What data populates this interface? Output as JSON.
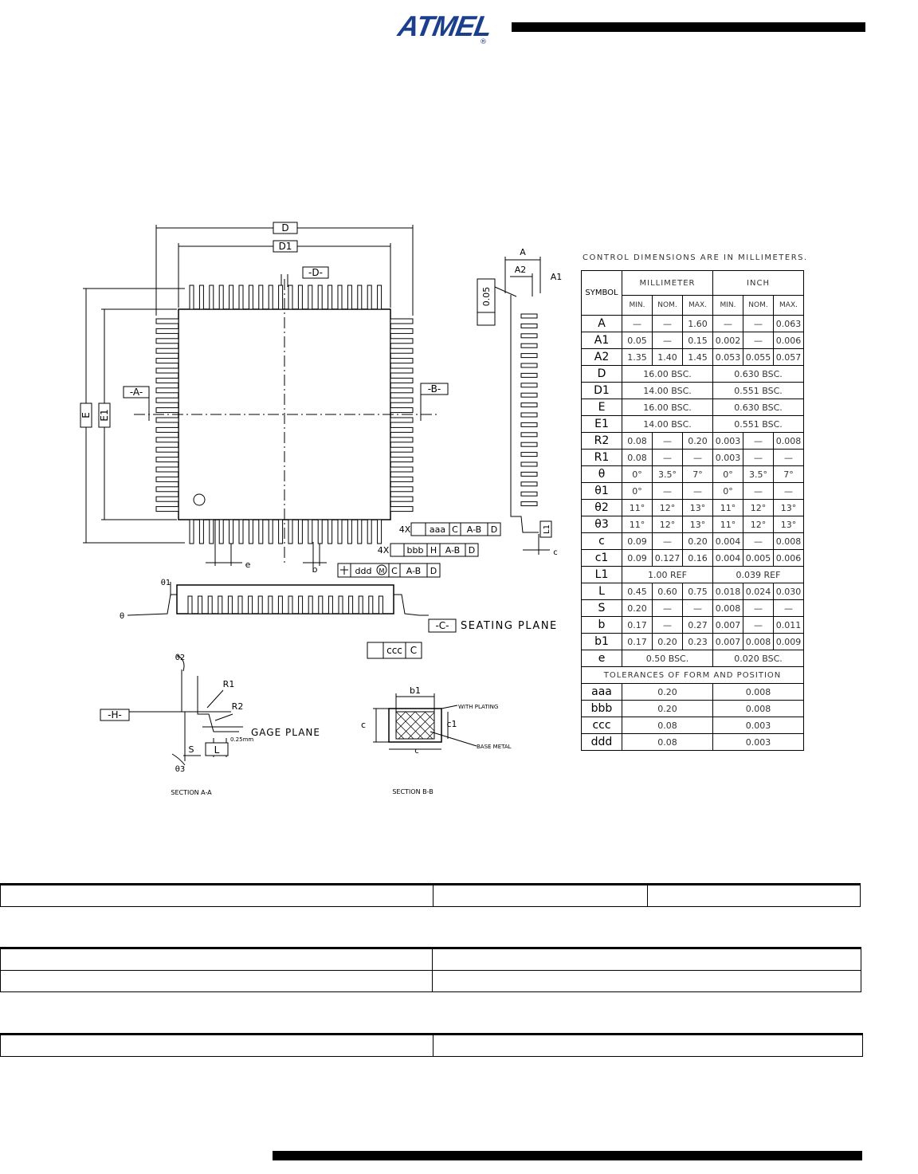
{
  "header": {
    "logo_text": "ATMEL",
    "logo_reg": "®"
  },
  "drawing": {
    "labels": {
      "D": "D",
      "D1": "D1",
      "datum_D": "-D-",
      "datum_A": "-A-",
      "datum_B": "-B-",
      "datum_C": "-C-",
      "datum_H": "-H-",
      "E": "E",
      "E1": "E1",
      "A": "A",
      "A2": "A2",
      "A1": "A1",
      "dim_005": "0.05",
      "L1": "L1",
      "c": "c",
      "e": "e",
      "b": "b",
      "theta1": "θ1",
      "theta2": "θ2",
      "theta3": "θ3",
      "theta": "θ",
      "fcf1_count": "4X",
      "fcf1_tol": "aaa",
      "fcf1_d1": "C",
      "fcf1_d2": "A-B",
      "fcf1_d3": "D",
      "fcf2_count": "4X",
      "fcf2_tol": "bbb",
      "fcf2_d1": "H",
      "fcf2_d2": "A-B",
      "fcf2_d3": "D",
      "fcf3_tol": "ddd",
      "fcf3_mod": "M",
      "fcf3_d1": "C",
      "fcf3_d2": "A-B",
      "fcf3_d3": "D",
      "fcf4_tol": "ccc",
      "fcf4_d1": "C",
      "seating_plane": "SEATING PLANE",
      "gage_plane": "GAGE PLANE",
      "gage_dim": "0.25mm",
      "R1": "R1",
      "R2": "R2",
      "S": "S",
      "L": "L",
      "b1": "b1",
      "c1": "c1",
      "with_plating": "WITH PLATING",
      "base_metal": "BASE METAL",
      "section_aa": "SECTION A-A",
      "section_bb": "SECTION B-B"
    }
  },
  "dimension_table": {
    "title": "CONTROL DIMENSIONS ARE IN MILLIMETERS.",
    "symbol_header": "SYMBOL",
    "group_mm": "MILLIMETER",
    "group_inch": "INCH",
    "sub_headers": [
      "MIN.",
      "NOM.",
      "MAX.",
      "MIN.",
      "NOM.",
      "MAX."
    ],
    "rows": [
      {
        "symbol": "A",
        "cells": [
          "—",
          "—",
          "1.60",
          "—",
          "—",
          "0.063"
        ]
      },
      {
        "symbol": "A1",
        "cells": [
          "0.05",
          "—",
          "0.15",
          "0.002",
          "—",
          "0.006"
        ]
      },
      {
        "symbol": "A2",
        "cells": [
          "1.35",
          "1.40",
          "1.45",
          "0.053",
          "0.055",
          "0.057"
        ]
      },
      {
        "symbol": "D",
        "mm": "16.00 BSC.",
        "inch": "0.630 BSC."
      },
      {
        "symbol": "D1",
        "mm": "14.00 BSC.",
        "inch": "0.551 BSC."
      },
      {
        "symbol": "E",
        "mm": "16.00 BSC.",
        "inch": "0.630 BSC."
      },
      {
        "symbol": "E1",
        "mm": "14.00 BSC.",
        "inch": "0.551 BSC."
      },
      {
        "symbol": "R2",
        "cells": [
          "0.08",
          "—",
          "0.20",
          "0.003",
          "—",
          "0.008"
        ]
      },
      {
        "symbol": "R1",
        "cells": [
          "0.08",
          "—",
          "—",
          "0.003",
          "—",
          "—"
        ]
      },
      {
        "symbol": "θ",
        "cells": [
          "0°",
          "3.5°",
          "7°",
          "0°",
          "3.5°",
          "7°"
        ]
      },
      {
        "symbol": "θ1",
        "cells": [
          "0°",
          "—",
          "—",
          "0°",
          "—",
          "—"
        ]
      },
      {
        "symbol": "θ2",
        "cells": [
          "11°",
          "12°",
          "13°",
          "11°",
          "12°",
          "13°"
        ]
      },
      {
        "symbol": "θ3",
        "cells": [
          "11°",
          "12°",
          "13°",
          "11°",
          "12°",
          "13°"
        ]
      },
      {
        "symbol": "c",
        "cells": [
          "0.09",
          "—",
          "0.20",
          "0.004",
          "—",
          "0.008"
        ]
      },
      {
        "symbol": "c1",
        "cells": [
          "0.09",
          "0.127",
          "0.16",
          "0.004",
          "0.005",
          "0.006"
        ]
      },
      {
        "symbol": "L1",
        "mm": "1.00 REF",
        "inch": "0.039 REF"
      },
      {
        "symbol": "L",
        "cells": [
          "0.45",
          "0.60",
          "0.75",
          "0.018",
          "0.024",
          "0.030"
        ]
      },
      {
        "symbol": "S",
        "cells": [
          "0.20",
          "—",
          "—",
          "0.008",
          "—",
          "—"
        ]
      },
      {
        "symbol": "b",
        "cells": [
          "0.17",
          "—",
          "0.27",
          "0.007",
          "—",
          "0.011"
        ]
      },
      {
        "symbol": "b1",
        "cells": [
          "0.17",
          "0.20",
          "0.23",
          "0.007",
          "0.008",
          "0.009"
        ]
      },
      {
        "symbol": "e",
        "mm": "0.50 BSC.",
        "inch": "0.020 BSC."
      }
    ],
    "tolerance_header": "TOLERANCES OF FORM AND POSITION",
    "tolerances": [
      {
        "symbol": "aaa",
        "mm": "0.20",
        "inch": "0.008"
      },
      {
        "symbol": "bbb",
        "mm": "0.20",
        "inch": "0.008"
      },
      {
        "symbol": "ccc",
        "mm": "0.08",
        "inch": "0.003"
      },
      {
        "symbol": "ddd",
        "mm": "0.08",
        "inch": "0.003"
      }
    ]
  },
  "colors": {
    "logo": "#1b3f8c",
    "line": "#000000",
    "text_grey": "#333333"
  }
}
